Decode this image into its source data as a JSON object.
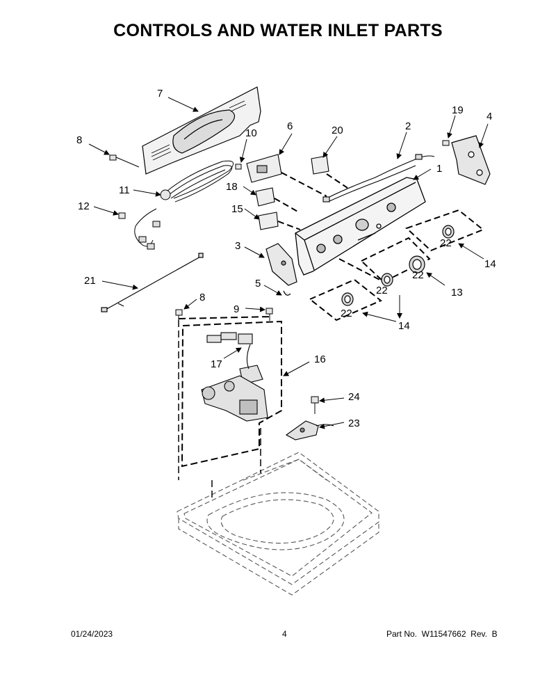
{
  "title": "CONTROLS AND WATER INLET PARTS",
  "callouts": [
    "1",
    "2",
    "3",
    "4",
    "5",
    "6",
    "7",
    "8",
    "8",
    "9",
    "10",
    "11",
    "12",
    "13",
    "14",
    "14",
    "15",
    "16",
    "17",
    "18",
    "19",
    "20",
    "21",
    "22",
    "22",
    "22",
    "22",
    "23",
    "24"
  ],
  "footer": {
    "date": "01/24/2023",
    "page": "4",
    "part_no": "Part No.  W11547662  Rev.  B"
  }
}
